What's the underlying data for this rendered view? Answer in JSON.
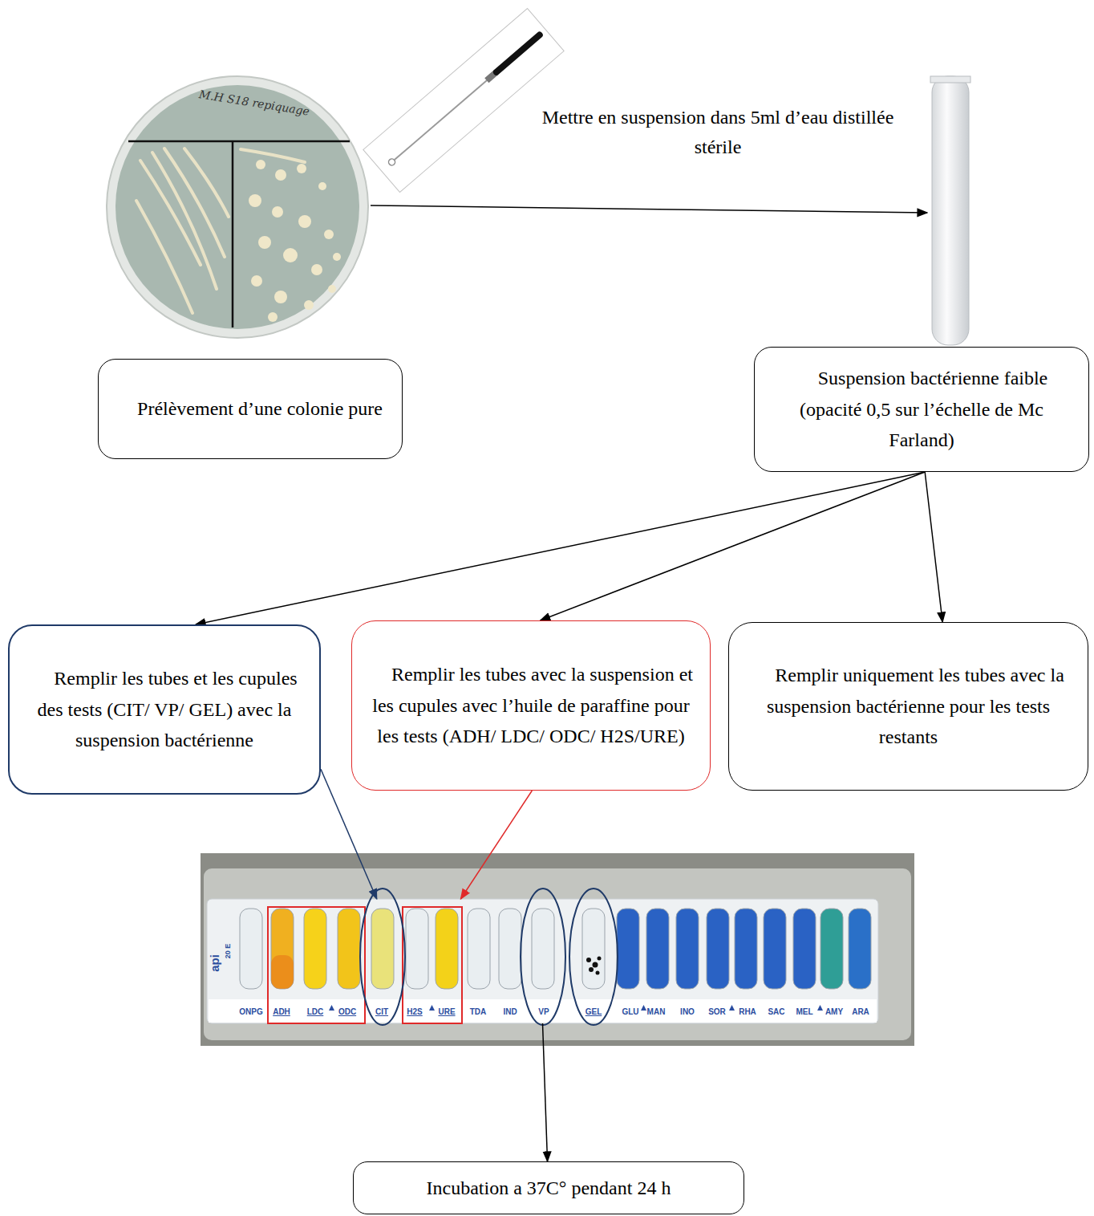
{
  "diagram": {
    "nodes": [
      {
        "text": [
          "Prélèvement d’une colonie pure"
        ]
      },
      {
        "text": [
          "Suspension bactérienne faible (opacité 0,5 sur l’échelle de Mc Farland)"
        ]
      },
      {
        "text": [
          "Remplir les tubes et les cupules des tests (CIT/ VP/ GEL) avec la suspension bactérienne"
        ]
      },
      {
        "text": [
          "Remplir les tubes avec la suspension et les cupules avec l’huile de paraffine pour les tests (ADH/ LDC/ ODC/ H2S/URE)"
        ]
      },
      {
        "text": [
          "Remplir uniquement les tubes avec la suspension bactérienne pour les tests restants"
        ]
      },
      {
        "text": [
          "api",
          "20 E",
          "ONPG",
          "ADH",
          "LDC",
          "ODC",
          "CIT",
          "H2S",
          "URE",
          "TDA",
          "IND",
          "VP",
          "GEL",
          "GLU",
          "MAN",
          "INO",
          "SOR",
          "RHA",
          "SAC",
          "MEL",
          "AMY",
          "ARA"
        ]
      },
      {
        "text": [
          "Incubation a 37C° pendant 24 h"
        ]
      }
    ],
    "edges": [
      {
        "from": 1,
        "to": 2,
        "arrow": "to"
      },
      {
        "from": 1,
        "to": 3,
        "arrow": "to"
      },
      {
        "from": 1,
        "to": 4,
        "arrow": "to"
      },
      {
        "from": 2,
        "to": 5,
        "arrow": "to"
      },
      {
        "from": 3,
        "to": 5,
        "arrow": "to"
      },
      {
        "from": 5,
        "to": 6,
        "arrow": "to"
      }
    ],
    "labels": [
      "M.H S18 repiquage",
      "Mettre en suspension dans 5ml d’eau distillée stérile"
    ]
  }
}
